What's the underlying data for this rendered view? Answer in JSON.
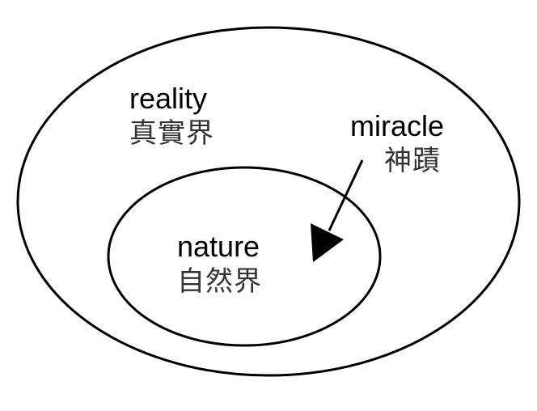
{
  "diagram": {
    "outer_set": {
      "label_en": "reality",
      "label_zh": "真實界"
    },
    "inner_set": {
      "label_en": "nature",
      "label_zh": "自然界"
    },
    "intervention": {
      "label_en": "miracle",
      "label_zh": "神蹟"
    },
    "colors": {
      "stroke": "#000000",
      "background": "#ffffff"
    }
  }
}
